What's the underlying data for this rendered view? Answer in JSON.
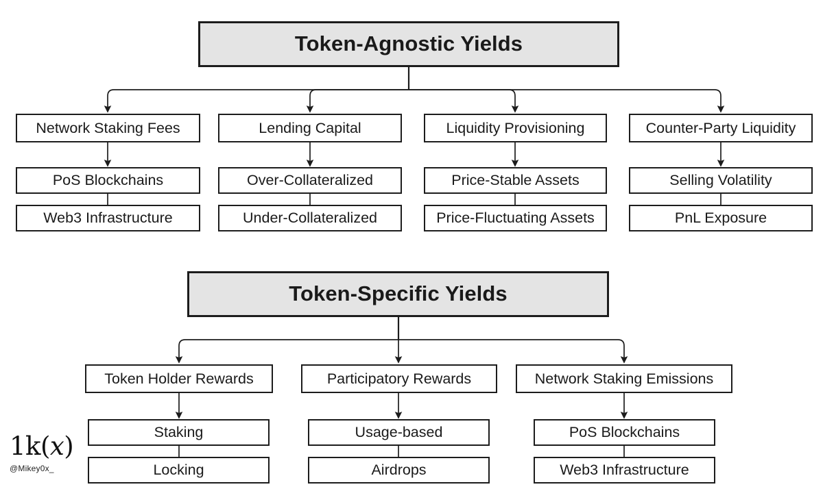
{
  "diagram": {
    "type": "tree",
    "background_color": "#ffffff",
    "node_fill": "#ffffff",
    "header_fill": "#e4e4e4",
    "stroke_color": "#1c1c1c",
    "sections": [
      {
        "id": "token-agnostic",
        "header": "Token-Agnostic Yields",
        "branches": [
          {
            "label": "Network Staking Fees",
            "leaves": [
              "PoS Blockchains",
              "Web3 Infrastructure"
            ]
          },
          {
            "label": "Lending Capital",
            "leaves": [
              "Over-Collateralized",
              "Under-Collateralized"
            ]
          },
          {
            "label": "Liquidity Provisioning",
            "leaves": [
              "Price-Stable Assets",
              "Price-Fluctuating Assets"
            ]
          },
          {
            "label": "Counter-Party Liquidity",
            "leaves": [
              "Selling Volatility",
              "PnL Exposure"
            ]
          }
        ]
      },
      {
        "id": "token-specific",
        "header": "Token-Specific Yields",
        "branches": [
          {
            "label": "Token Holder Rewards",
            "leaves": [
              "Staking",
              "Locking"
            ]
          },
          {
            "label": "Participatory Rewards",
            "leaves": [
              "Usage-based",
              "Airdrops"
            ]
          },
          {
            "label": "Network Staking Emissions",
            "leaves": [
              "PoS Blockchains",
              "Web3 Infrastructure"
            ]
          }
        ]
      }
    ]
  },
  "watermark": {
    "logo_prefix": "1k(",
    "logo_italic": "x",
    "logo_suffix": ")",
    "handle": "@Mikey0x_"
  }
}
